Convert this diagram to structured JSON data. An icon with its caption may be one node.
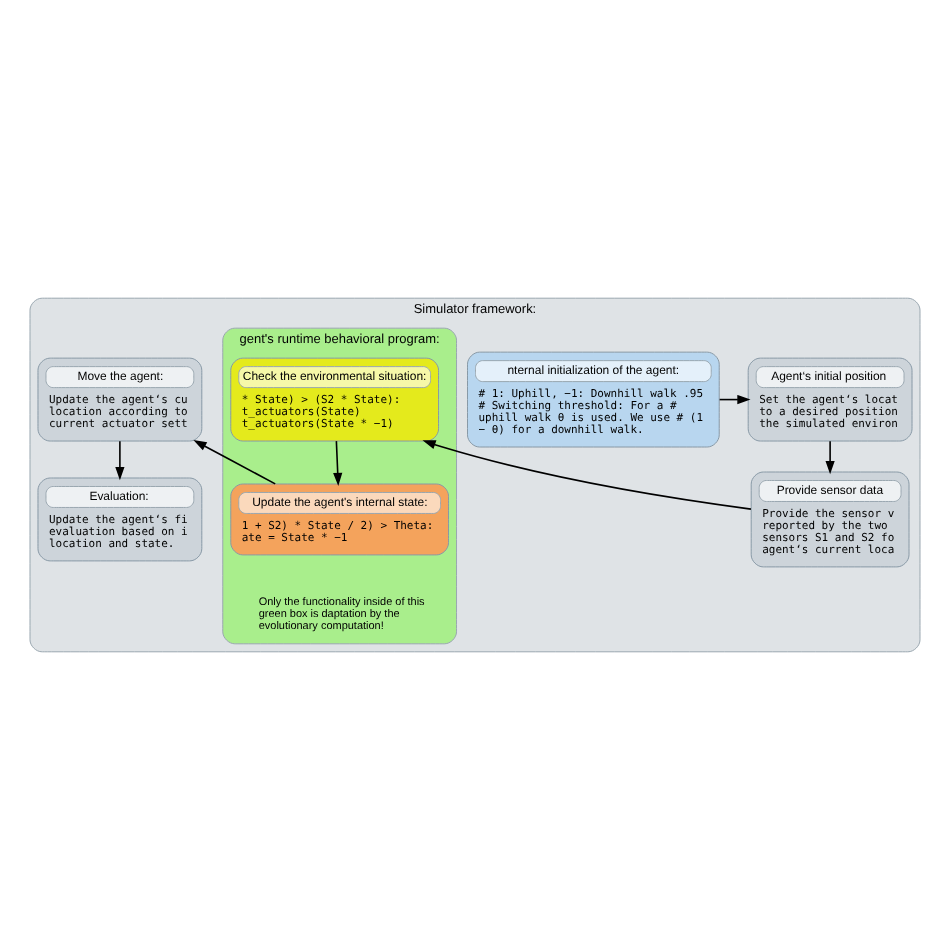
{
  "diagram": {
    "nodes": [
      {
        "text": [
          "Simulator framework:"
        ]
      },
      {
        "text": [
          "nternal initialization of the agent:",
          "# 1: Uphill, −1: Downhill walk .95 # Switching threshold: For a # uphill walk θ is used. We use # (1 − θ) for a downhill walk."
        ],
        "in": 0
      },
      {
        "text": [
          "gent's runtime behavioral program:",
          "Only the functionality inside of this green box is daptation by the evolutionary computation!"
        ],
        "in": 0
      },
      {
        "text": [
          "Check the environmental situation:",
          "* State) > (S2 * State): t_actuators(State) t_actuators(State * −1)"
        ],
        "in": 2
      },
      {
        "text": [
          "Update the agent's internal state:",
          "1 + S2) * State / 2) > Theta: ate = State * −1"
        ],
        "in": 2
      },
      {
        "text": [
          "Agent‘s initial position",
          "Set the agent‘s locat to a desired position the simulated environ"
        ],
        "in": 0
      },
      {
        "text": [
          "Provide sensor data",
          "Provide the sensor v reported by the two sensors S1 and S2 fo agent‘s current loca"
        ],
        "in": 0
      },
      {
        "text": [
          "Move the agent:",
          "Update the agent‘s cu location according to current actuator sett"
        ],
        "in": 0
      },
      {
        "text": [
          "Evaluation:",
          "Update the agent‘s fi evaluation based on i location and state."
        ],
        "in": 0
      }
    ],
    "edges": [
      {
        "from": 1,
        "to": 5,
        "arrow": "to"
      },
      {
        "from": 5,
        "to": 6,
        "arrow": "to"
      },
      {
        "from": 6,
        "to": 3,
        "arrow": "to"
      },
      {
        "from": 3,
        "to": 4,
        "arrow": "to"
      },
      {
        "from": 4,
        "to": 7,
        "arrow": "to"
      },
      {
        "from": 7,
        "to": 8,
        "arrow": "to"
      }
    ]
  }
}
